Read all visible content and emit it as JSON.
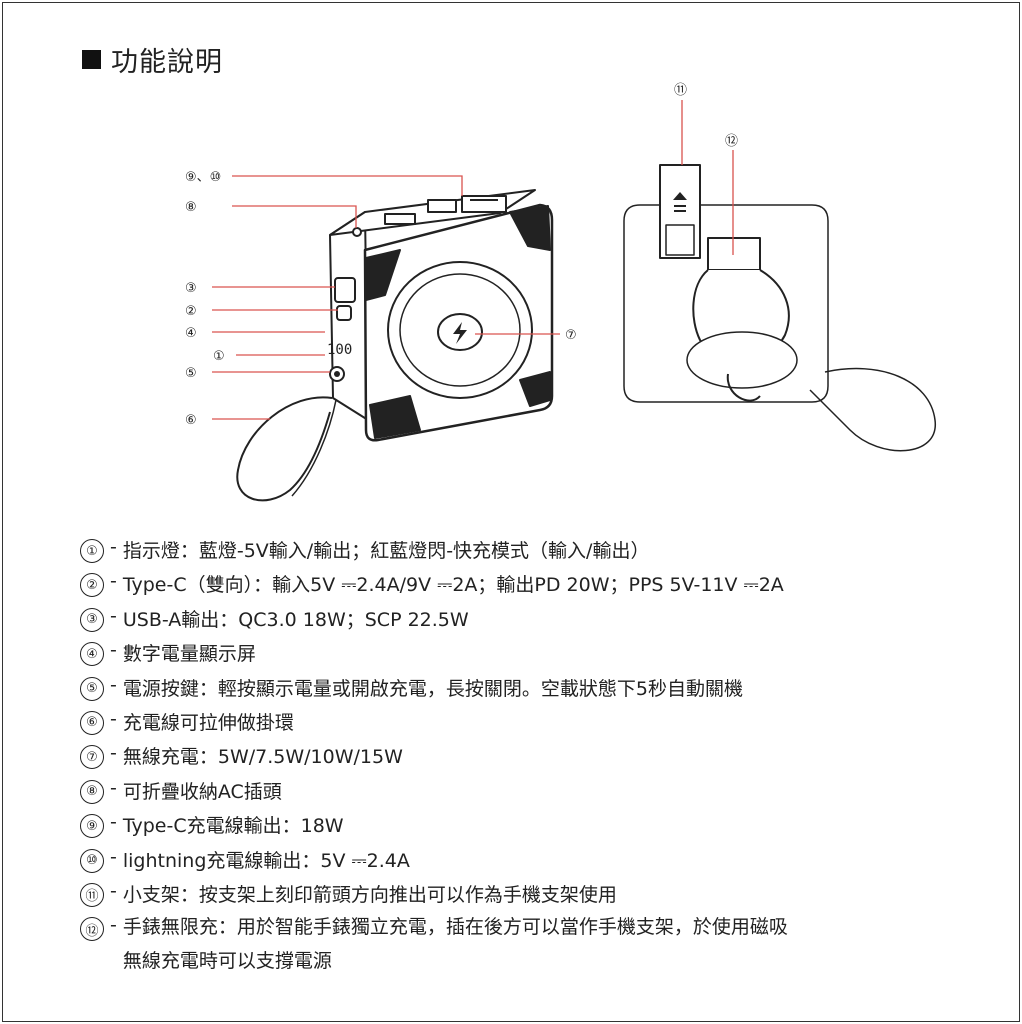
{
  "title": "功能說明",
  "callouts": {
    "c1": "①",
    "c2": "②",
    "c3": "③",
    "c4": "④",
    "c5": "⑤",
    "c6": "⑥",
    "c7": "⑦",
    "c8": "⑧",
    "c9_10": "⑨、⑩",
    "c11": "⑪",
    "c12": "⑫"
  },
  "colors": {
    "leader": "#d9534f",
    "outline": "#222222"
  },
  "features": [
    {
      "num": "①",
      "text": "指示燈：藍燈-5V輸入/輸出；紅藍燈閃-快充模式（輸入/輸出）"
    },
    {
      "num": "②",
      "text": "Type-C（雙向）：輸入5V ⎓2.4A/9V ⎓2A；輸出PD 20W；PPS 5V-11V ⎓2A"
    },
    {
      "num": "③",
      "text": "USB-A輸出：QC3.0 18W；SCP 22.5W"
    },
    {
      "num": "④",
      "text": "數字電量顯示屏"
    },
    {
      "num": "⑤",
      "text": "電源按鍵：輕按顯示電量或開啟充電，長按關閉。空載狀態下5秒自動關機"
    },
    {
      "num": "⑥",
      "text": "充電線可拉伸做掛環"
    },
    {
      "num": "⑦",
      "text": "無線充電：5W/7.5W/10W/15W"
    },
    {
      "num": "⑧",
      "text": "可折疊收納AC插頭"
    },
    {
      "num": "⑨",
      "text": "Type-C充電線輸出：18W"
    },
    {
      "num": "⑩",
      "text": "lightning充電線輸出：5V ⎓2.4A"
    },
    {
      "num": "⑪",
      "text": "小支架：按支架上刻印箭頭方向推出可以作為手機支架使用"
    },
    {
      "num": "⑫",
      "text": "手錶無限充：用於智能手錶獨立充電，插在後方可以當作手機支架，於使用磁吸",
      "text2": "無線充電時可以支撐電源"
    }
  ]
}
